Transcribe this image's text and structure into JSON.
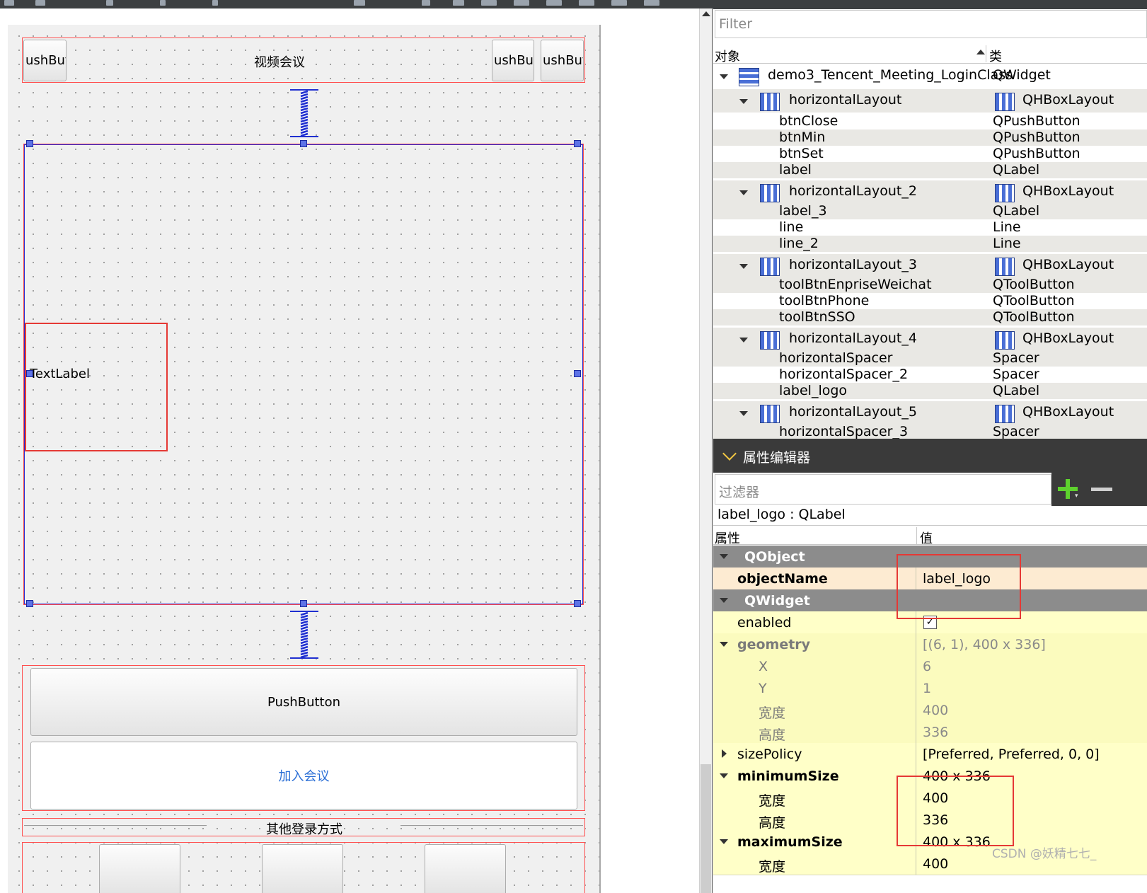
{
  "designer": {
    "top_left_button": "ushButton",
    "title_label": "视频会议",
    "top_right_button_1": "ushButton",
    "top_right_button_2": "ushButton",
    "text_label": "TextLabel",
    "push_button": "PushButton",
    "join_button": "加入会议",
    "other_login": "其他登录方式"
  },
  "object_inspector": {
    "filter_placeholder": "Filter",
    "col_object": "对象",
    "col_class": "类",
    "rows": [
      {
        "name": "demo3_Tencent_Meeting_LoginClass",
        "class": "QWidget"
      },
      {
        "name": "horizontalLayout",
        "class": "QHBoxLayout"
      },
      {
        "name": "btnClose",
        "class": "QPushButton"
      },
      {
        "name": "btnMin",
        "class": "QPushButton"
      },
      {
        "name": "btnSet",
        "class": "QPushButton"
      },
      {
        "name": "label",
        "class": "QLabel"
      },
      {
        "name": "horizontalLayout_2",
        "class": "QHBoxLayout"
      },
      {
        "name": "label_3",
        "class": "QLabel"
      },
      {
        "name": "line",
        "class": "Line"
      },
      {
        "name": "line_2",
        "class": "Line"
      },
      {
        "name": "horizontalLayout_3",
        "class": "QHBoxLayout"
      },
      {
        "name": "toolBtnEnpriseWeichat",
        "class": "QToolButton"
      },
      {
        "name": "toolBtnPhone",
        "class": "QToolButton"
      },
      {
        "name": "toolBtnSSO",
        "class": "QToolButton"
      },
      {
        "name": "horizontalLayout_4",
        "class": "QHBoxLayout"
      },
      {
        "name": "horizontalSpacer",
        "class": "Spacer"
      },
      {
        "name": "horizontalSpacer_2",
        "class": "Spacer"
      },
      {
        "name": "label_logo",
        "class": "QLabel"
      },
      {
        "name": "horizontalLayout_5",
        "class": "QHBoxLayout"
      },
      {
        "name": "horizontalSpacer_3",
        "class": "Spacer"
      }
    ]
  },
  "property_editor": {
    "title": "属性编辑器",
    "filter_placeholder": "过滤器",
    "selected": "label_logo : QLabel",
    "col_property": "属性",
    "col_value": "值",
    "rows": [
      {
        "name": "QObject",
        "value": ""
      },
      {
        "name": "objectName",
        "value": "label_logo"
      },
      {
        "name": "QWidget",
        "value": ""
      },
      {
        "name": "enabled",
        "value": "✓"
      },
      {
        "name": "geometry",
        "value": "[(6, 1), 400 x 336]"
      },
      {
        "name": "X",
        "value": "6"
      },
      {
        "name": "Y",
        "value": "1"
      },
      {
        "name": "宽度",
        "value": "400"
      },
      {
        "name": "高度",
        "value": "336"
      },
      {
        "name": "sizePolicy",
        "value": "[Preferred, Preferred, 0, 0]"
      },
      {
        "name": "minimumSize",
        "value": "400 x 336"
      },
      {
        "name": "宽度",
        "value": "400"
      },
      {
        "name": "高度",
        "value": "336"
      },
      {
        "name": "maximumSize",
        "value": "400 x 336"
      },
      {
        "name": "宽度",
        "value": "400"
      }
    ]
  },
  "watermark": "CSDN @妖精七七_"
}
